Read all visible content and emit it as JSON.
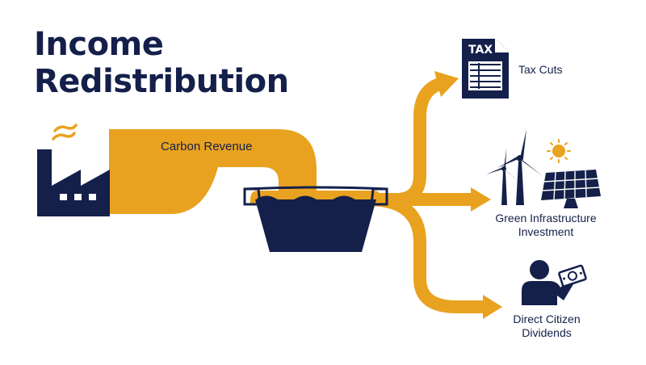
{
  "title": {
    "line1": "Income",
    "line2": "Redistribution"
  },
  "flow": {
    "source_label": "Carbon Revenue"
  },
  "outputs": [
    {
      "label_lines": [
        "Tax Cuts"
      ],
      "icon": "tax-document-icon"
    },
    {
      "label_lines": [
        "Green Infrastructure",
        "Investment"
      ],
      "icon": "wind-solar-icon"
    },
    {
      "label_lines": [
        "Direct Citizen",
        "Dividends"
      ],
      "icon": "person-cash-icon"
    }
  ],
  "tax_icon_text": "TAX",
  "colors": {
    "navy": "#14204a",
    "gold": "#e9a21f",
    "white": "#ffffff"
  }
}
